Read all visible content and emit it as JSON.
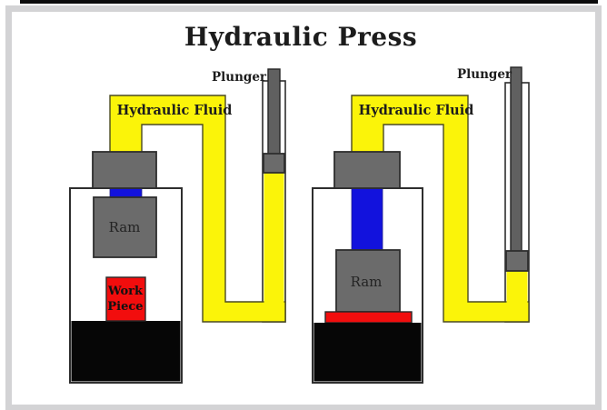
{
  "title": "Hydraulic Press",
  "left_press": {
    "fluid_label": "Hydraulic Fluid",
    "plunger_label": "Plunger",
    "ram_label": "Ram",
    "workpiece_line1": "Work",
    "workpiece_line2": "Piece"
  },
  "right_press": {
    "fluid_label": "Hydraulic Fluid",
    "plunger_label": "Plunger",
    "ram_label": "Ram"
  },
  "colors": {
    "hydraulic_fluid_yellow": "#FBF409",
    "metal_gray": "#6B6B6B",
    "plunger_rod_gray": "#606060",
    "pressurized_fluid_blue": "#1212DD",
    "workpiece_red": "#F20D0D",
    "base_black": "#060606",
    "outline": "#2E2E2E",
    "frame_gray": "#D3D3D5"
  }
}
